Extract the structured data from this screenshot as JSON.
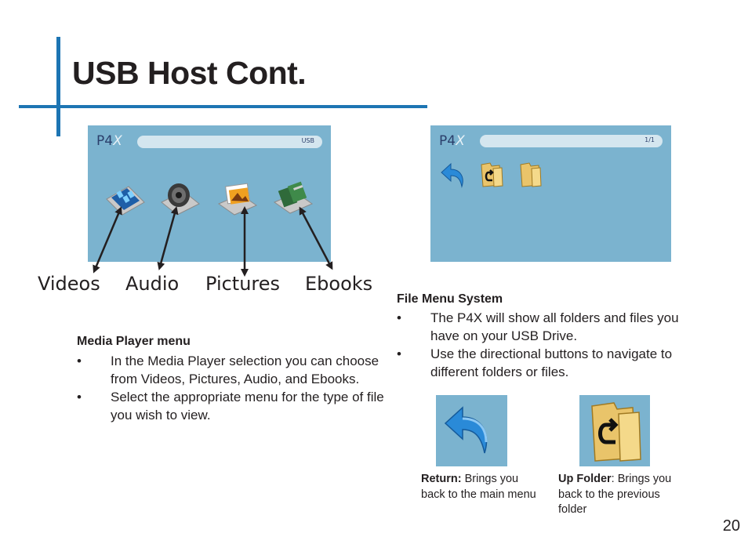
{
  "title": "USB Host Cont.",
  "left_screen": {
    "logo": "P4",
    "logo_suffix": "X",
    "bar_label": "USB",
    "icons": [
      "videos-icon",
      "audio-icon",
      "pictures-icon",
      "ebooks-icon"
    ]
  },
  "menu_labels": [
    "Videos",
    "Audio",
    "Pictures",
    "Ebooks"
  ],
  "right_screen": {
    "logo": "P4",
    "logo_suffix": "X",
    "bar_label": "1/1",
    "icons": [
      "return-icon",
      "up-folder-icon",
      "folder-icon"
    ]
  },
  "media_player": {
    "heading": "Media Player menu",
    "bullets": [
      "In the Media Player selection you can choose from Videos, Pictures, Audio, and Ebooks.",
      "Select the appropriate menu for the type of file you wish to view."
    ]
  },
  "file_menu": {
    "heading": "File Menu System",
    "bullets": [
      "The P4X will show all folders and files you have on your USB Drive.",
      "Use the directional buttons to navigate to different folders or files."
    ]
  },
  "return_caption": {
    "bold": "Return:",
    "text": " Brings you back to the main menu"
  },
  "upfolder_caption": {
    "bold": "Up Folder",
    "text": ": Brings you back to the previous folder"
  },
  "bullet_symbol": "•",
  "page_number": "20",
  "colors": {
    "accent": "#1d75b3",
    "screen": "#7bb3cf"
  }
}
